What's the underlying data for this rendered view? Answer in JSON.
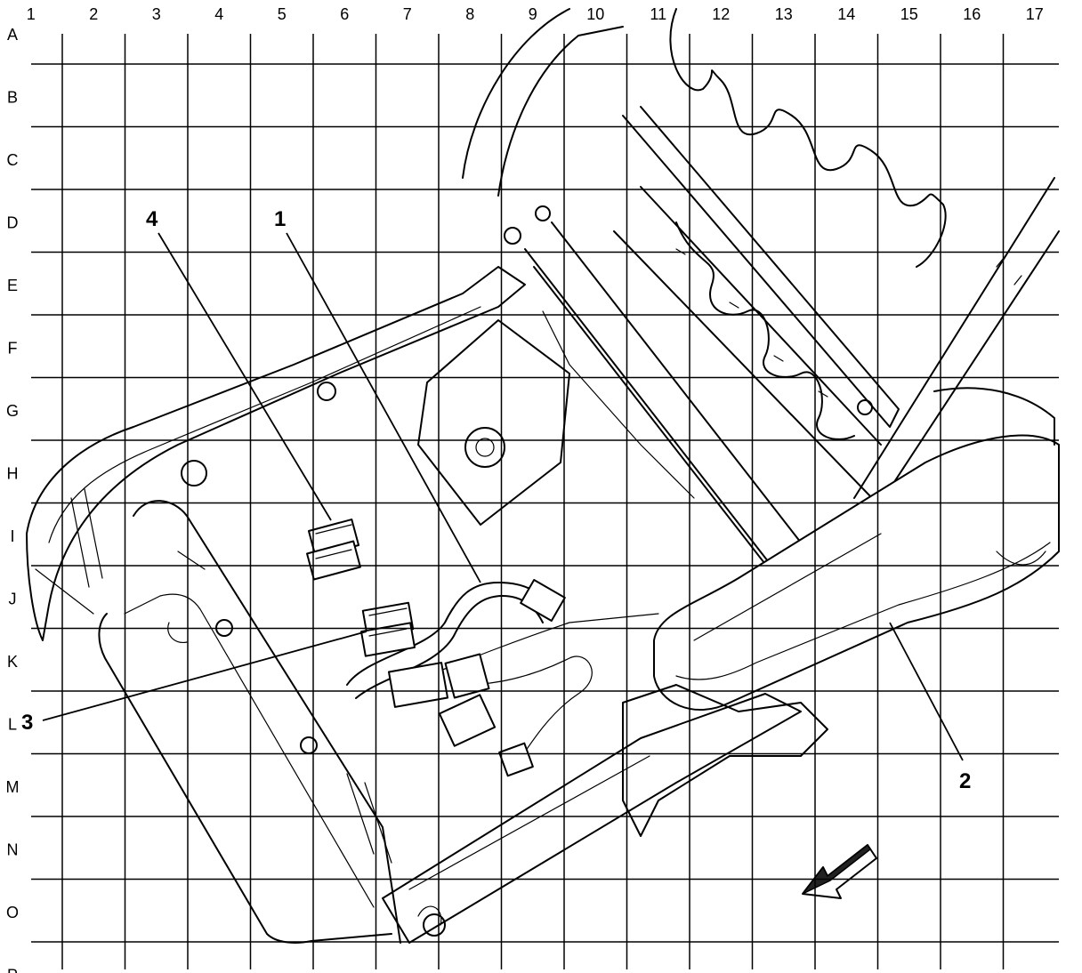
{
  "grid": {
    "columns": [
      "1",
      "2",
      "3",
      "4",
      "5",
      "6",
      "7",
      "8",
      "9",
      "10",
      "11",
      "12",
      "13",
      "14",
      "15",
      "16",
      "17"
    ],
    "rows": [
      "A",
      "B",
      "C",
      "D",
      "E",
      "F",
      "G",
      "H",
      "I",
      "J",
      "K",
      "L",
      "M",
      "N",
      "O",
      "P"
    ]
  },
  "callouts": [
    {
      "id": "callout-1",
      "label": "1"
    },
    {
      "id": "callout-2",
      "label": "2"
    },
    {
      "id": "callout-3",
      "label": "3"
    },
    {
      "id": "callout-4",
      "label": "4"
    }
  ],
  "colors": {
    "line": "#000000",
    "background": "#ffffff"
  }
}
